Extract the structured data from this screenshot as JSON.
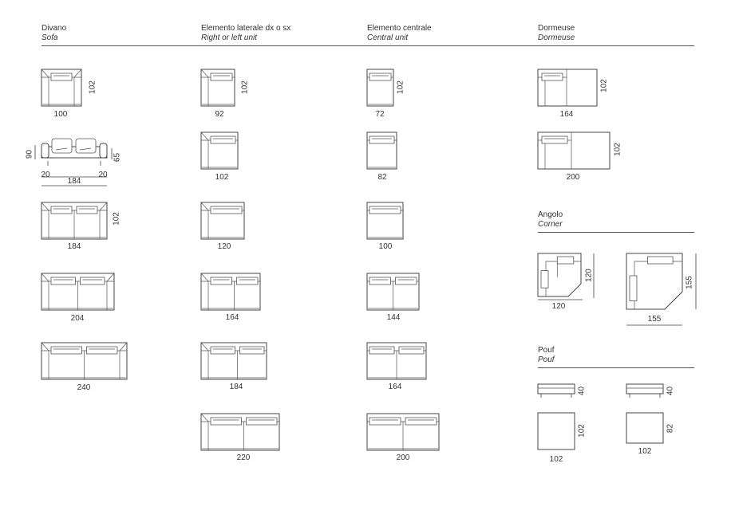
{
  "headers": {
    "sofa": {
      "it": "Divano",
      "en": "Sofa"
    },
    "side": {
      "it": "Elemento laterale dx o sx",
      "en": "Right or left unit"
    },
    "central": {
      "it": "Elemento centrale",
      "en": "Central unit"
    },
    "dormeuse": {
      "it": "Dormeuse",
      "en": "Dormeuse"
    },
    "corner": {
      "it": "Angolo",
      "en": "Corner"
    },
    "pouf": {
      "it": "Pouf",
      "en": "Pouf"
    }
  },
  "sofa": {
    "s100": {
      "w": "100",
      "d": "102"
    },
    "side_view": {
      "w": "184",
      "h": "90",
      "seat": "65",
      "arm_l": "20",
      "arm_r": "20"
    },
    "s184": {
      "w": "184",
      "d": "102"
    },
    "s204": {
      "w": "204"
    },
    "s240": {
      "w": "240"
    }
  },
  "side": {
    "s92": {
      "w": "92",
      "d": "102"
    },
    "s102": {
      "w": "102"
    },
    "s120": {
      "w": "120"
    },
    "s164": {
      "w": "164"
    },
    "s184": {
      "w": "184"
    },
    "s220": {
      "w": "220"
    }
  },
  "central": {
    "s72": {
      "w": "72",
      "d": "102"
    },
    "s82": {
      "w": "82"
    },
    "s100": {
      "w": "100"
    },
    "s144": {
      "w": "144"
    },
    "s164": {
      "w": "164"
    },
    "s200": {
      "w": "200"
    }
  },
  "dormeuse": {
    "s164": {
      "w": "164",
      "d": "102"
    },
    "s200": {
      "w": "200",
      "d": "102"
    }
  },
  "corner": {
    "s120": {
      "w": "120",
      "d": "120"
    },
    "s155": {
      "w": "155",
      "d": "155"
    }
  },
  "pouf": {
    "a": {
      "h": "40",
      "w": "102",
      "d": "102"
    },
    "b": {
      "h": "40",
      "w": "102",
      "d": "82"
    }
  }
}
